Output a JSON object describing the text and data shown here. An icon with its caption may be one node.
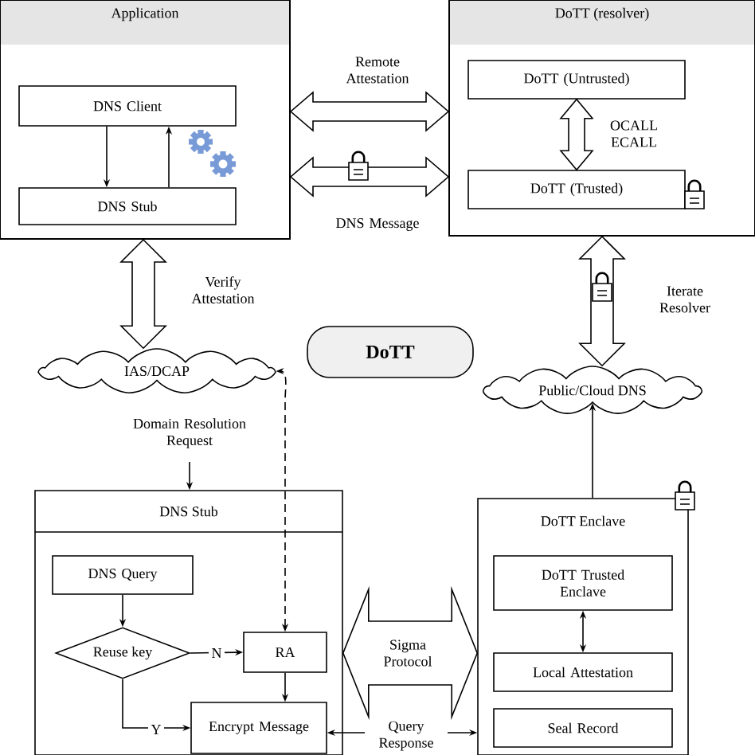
{
  "diagram": {
    "nodes": [
      {
        "text": [
          "Application"
        ]
      },
      {
        "text": [
          "DNS Client"
        ],
        "in": 0
      },
      {
        "text": [
          "DNS Stub"
        ],
        "in": 0
      },
      {
        "text": [
          "DoTT (resolver)"
        ]
      },
      {
        "text": [
          "DoTT (Untrusted)"
        ],
        "in": 3
      },
      {
        "text": [
          "DoTT (Trusted)"
        ],
        "in": 3
      },
      {
        "text": [
          "IAS/DCAP"
        ]
      },
      {
        "text": [
          "DoTT"
        ]
      },
      {
        "text": [
          "Public/Cloud DNS"
        ]
      },
      {
        "text": [
          "DNS Stub"
        ]
      },
      {
        "text": [
          "DNS Query"
        ],
        "in": 9
      },
      {
        "text": [
          "Reuse key"
        ],
        "in": 9
      },
      {
        "text": [
          "RA"
        ],
        "in": 9
      },
      {
        "text": [
          "Encrypt Message"
        ],
        "in": 9
      },
      {
        "text": [
          "DoTT Enclave"
        ]
      },
      {
        "text": [
          "DoTT Trusted Enclave"
        ],
        "in": 14
      },
      {
        "text": [
          "Local Attestation"
        ],
        "in": 14
      },
      {
        "text": [
          "Seal Record"
        ],
        "in": 14
      }
    ],
    "edges": [
      {
        "from": 1,
        "to": 2,
        "arrow": "to"
      },
      {
        "from": 2,
        "to": 1,
        "arrow": "to"
      },
      {
        "from": 0,
        "to": 3,
        "arrow": "both",
        "style": "thick",
        "label": "Remote Attestation"
      },
      {
        "from": 0,
        "to": 3,
        "arrow": "both",
        "style": "thick",
        "label": "DNS Message"
      },
      {
        "from": 4,
        "to": 5,
        "arrow": "both",
        "style": "thick",
        "label": "OCALL ECALL"
      },
      {
        "from": 0,
        "to": 6,
        "arrow": "both",
        "style": "thick",
        "label": "Verify Attestation"
      },
      {
        "from": 3,
        "to": 8,
        "arrow": "both",
        "style": "thick",
        "label": "Iterate Resolver"
      },
      {
        "from": 12,
        "to": 6,
        "arrow": "both",
        "style": "dashed"
      },
      {
        "from": null,
        "to": 9,
        "arrow": "to",
        "label": "Domain Resolution Request"
      },
      {
        "from": 10,
        "to": 11,
        "arrow": "to"
      },
      {
        "from": 11,
        "to": 12,
        "arrow": "to",
        "label": "N"
      },
      {
        "from": 11,
        "to": 13,
        "arrow": "to",
        "label": "Y"
      },
      {
        "from": 12,
        "to": 13,
        "arrow": "to"
      },
      {
        "from": 14,
        "to": 8,
        "arrow": "to"
      },
      {
        "from": 15,
        "to": 16,
        "arrow": "both"
      },
      {
        "from": 9,
        "to": 14,
        "arrow": "both",
        "style": "thick",
        "label": "Sigma Protocol"
      },
      {
        "from": 13,
        "to": 14,
        "arrow": "both",
        "label": "Query Response"
      }
    ]
  }
}
